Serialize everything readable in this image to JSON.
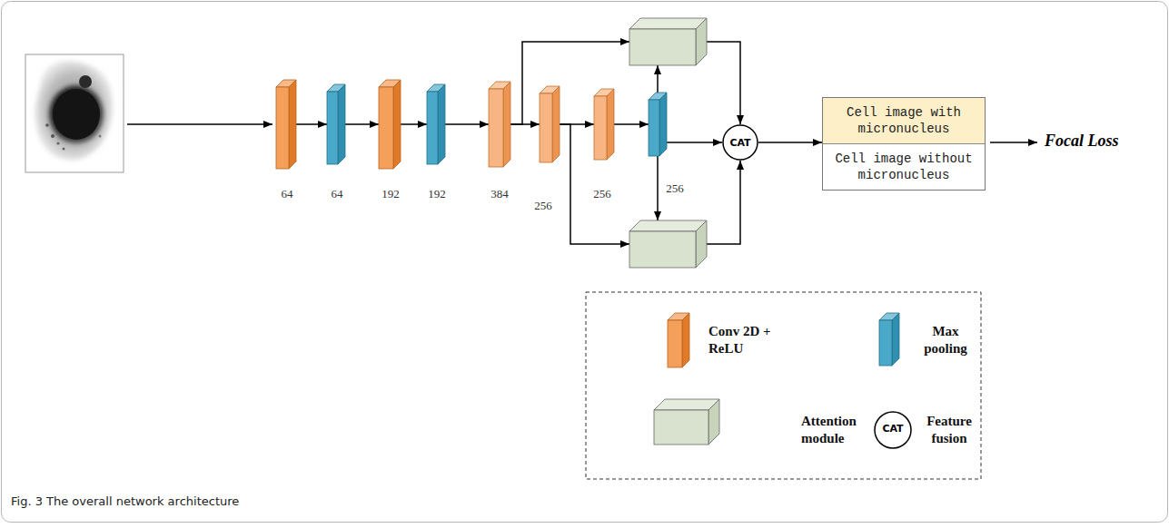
{
  "diagram": {
    "caption": "Fig. 3 The overall network architecture",
    "nodes": [
      {
        "text": [
          "64"
        ]
      },
      {
        "text": [
          "64"
        ]
      },
      {
        "text": [
          "192"
        ]
      },
      {
        "text": [
          "192"
        ]
      },
      {
        "text": [
          "384"
        ]
      },
      {
        "text": [
          "256"
        ]
      },
      {
        "text": [
          "256"
        ]
      },
      {
        "text": [
          "256"
        ]
      },
      {
        "text": []
      },
      {
        "text": []
      },
      {
        "text": [
          "CAT"
        ]
      },
      {
        "text": [
          "Cell image with micronucleus",
          "Cell image without micronucleus"
        ]
      }
    ],
    "edges": [
      {
        "from": 0,
        "to": 1,
        "arrow": "to"
      },
      {
        "from": 1,
        "to": 2,
        "arrow": "to"
      },
      {
        "from": 2,
        "to": 3,
        "arrow": "to"
      },
      {
        "from": 3,
        "to": 4,
        "arrow": "to"
      },
      {
        "from": 4,
        "to": 5,
        "arrow": "to"
      },
      {
        "from": 5,
        "to": 6,
        "arrow": "to"
      },
      {
        "from": 6,
        "to": 7,
        "arrow": "to"
      },
      {
        "from": 4,
        "to": 8,
        "arrow": "to"
      },
      {
        "from": 7,
        "to": 8,
        "arrow": "to"
      },
      {
        "from": 5,
        "to": 9,
        "arrow": "to"
      },
      {
        "from": 7,
        "to": 9,
        "arrow": "to"
      },
      {
        "from": 8,
        "to": 10,
        "arrow": "to"
      },
      {
        "from": 9,
        "to": 10,
        "arrow": "to"
      },
      {
        "from": 7,
        "to": 10,
        "arrow": "to"
      },
      {
        "from": 10,
        "to": 11,
        "arrow": "to"
      }
    ],
    "labels": [
      "Focal Loss",
      "CAT"
    ],
    "legend": [
      {
        "text": "Conv 2D + ReLU"
      },
      {
        "text": "Max pooling"
      },
      {
        "text": "Attention module"
      },
      {
        "text": "Feature fusion"
      }
    ]
  }
}
